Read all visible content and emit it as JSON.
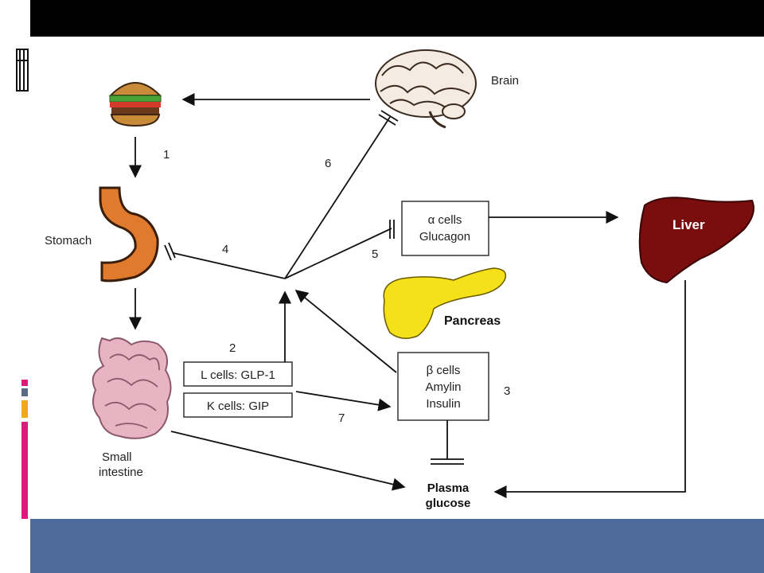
{
  "labels": {
    "brain": "Brain",
    "stomach": "Stomach",
    "small_intestine_line1": "Small",
    "small_intestine_line2": "intestine",
    "liver": "Liver",
    "pancreas": "Pancreas",
    "plasma_line1": "Plasma",
    "plasma_line2": "glucose"
  },
  "boxes": {
    "alpha_line1": "α cells",
    "alpha_line2": "Glucagon",
    "beta_line1": "β cells",
    "beta_line2": "Amylin",
    "beta_line3": "Insulin",
    "l_cells": "L cells: GLP-1",
    "k_cells": "K cells: GIP"
  },
  "steps": [
    "1",
    "2",
    "3",
    "4",
    "5",
    "6",
    "7"
  ],
  "colors": {
    "liver": "#7a0d0d",
    "pancreas": "#f5e11a",
    "stomach": "#e07a2c",
    "intestine": "#e8b4c4",
    "bottom_bar": "#4f6b9b",
    "accent_pink": "#e0197d",
    "accent_orange": "#f0a81c"
  }
}
